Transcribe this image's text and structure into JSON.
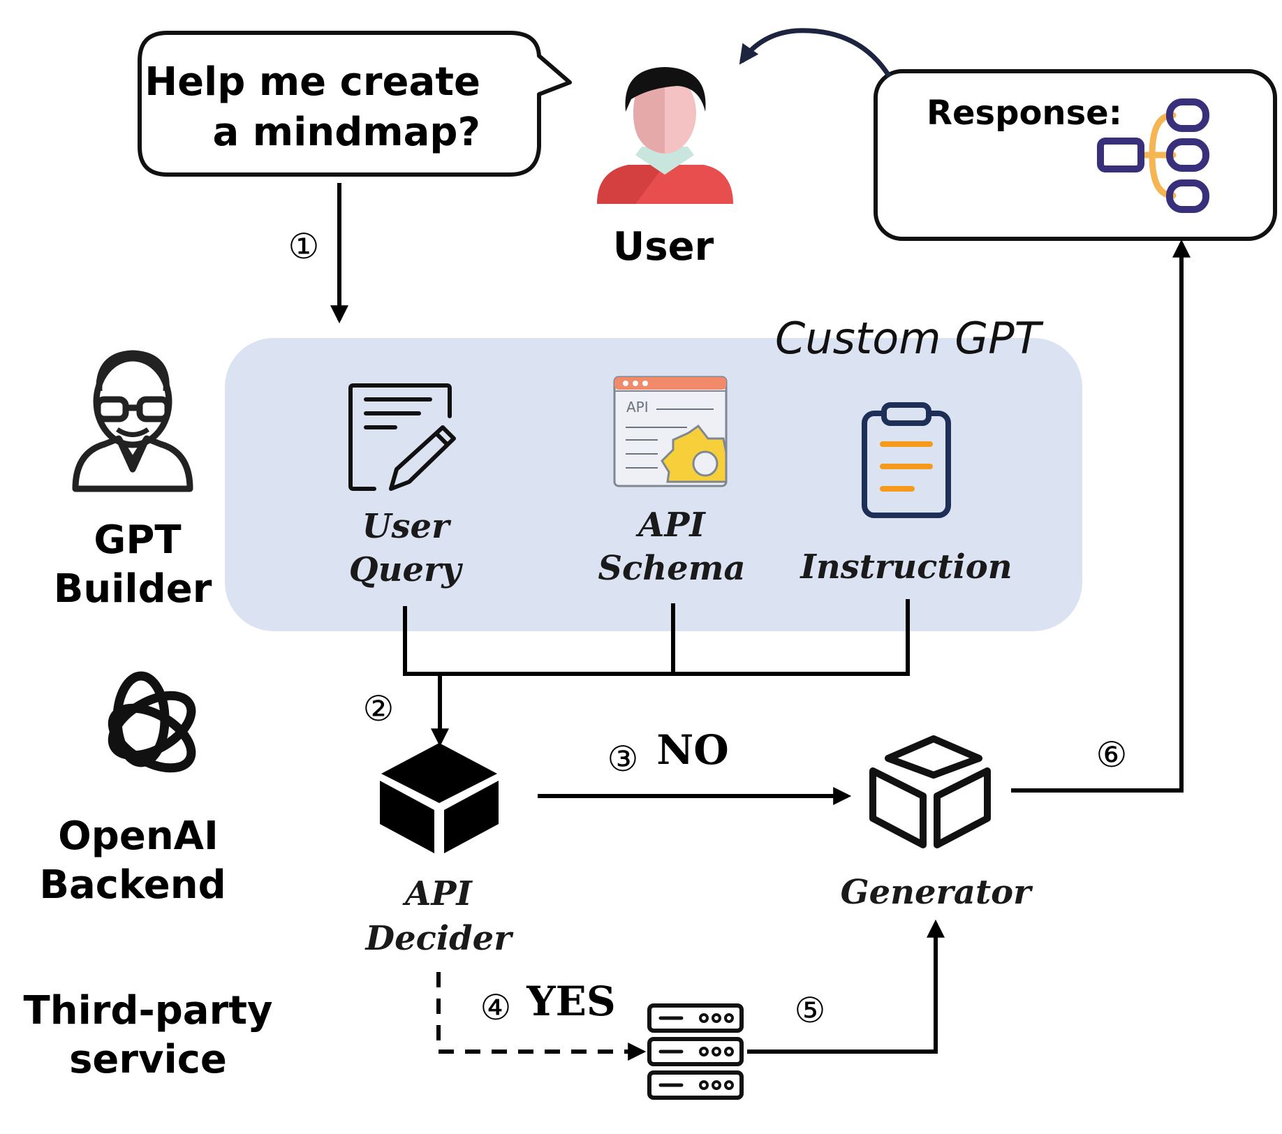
{
  "speech_bubble": {
    "line1": "Help me create",
    "line2": "a mindmap?"
  },
  "user": {
    "label": "User"
  },
  "response": {
    "label": "Response:"
  },
  "custom_gpt": {
    "title": "Custom GPT",
    "components": [
      {
        "line1": "User",
        "line2": "Query",
        "icon": "document-edit-icon"
      },
      {
        "line1": "API",
        "line2": "Schema",
        "icon": "api-settings-icon",
        "icon_text": "API"
      },
      {
        "line1": "Instruction",
        "icon": "clipboard-icon"
      }
    ]
  },
  "roles": [
    {
      "line1": "GPT",
      "line2": "Builder",
      "icon": "developer-icon"
    },
    {
      "line1": "OpenAI",
      "line2": "Backend",
      "icon": "openai-logo-icon"
    },
    {
      "line1": "Third-party",
      "line2": "service"
    }
  ],
  "api_decider": {
    "line1": "API",
    "line2": "Decider"
  },
  "generator": {
    "label": "Generator"
  },
  "steps": {
    "s1": "①",
    "s2": "②",
    "s3": "③",
    "s4": "④",
    "s5": "⑤",
    "s6": "⑥",
    "no_label": "NO",
    "yes_label": "YES"
  },
  "colors": {
    "panel": "#dbe3f3",
    "bubble_border": "#111111",
    "mindmap_node": "#38307a",
    "mindmap_branch": "#f5b552",
    "instruction_lines": "#f59a1a",
    "clipboard_outline": "#1d2f57",
    "user_shirt": "#e84e4e",
    "user_face": "#f4c2c2",
    "gear": "#f6cf3a"
  }
}
